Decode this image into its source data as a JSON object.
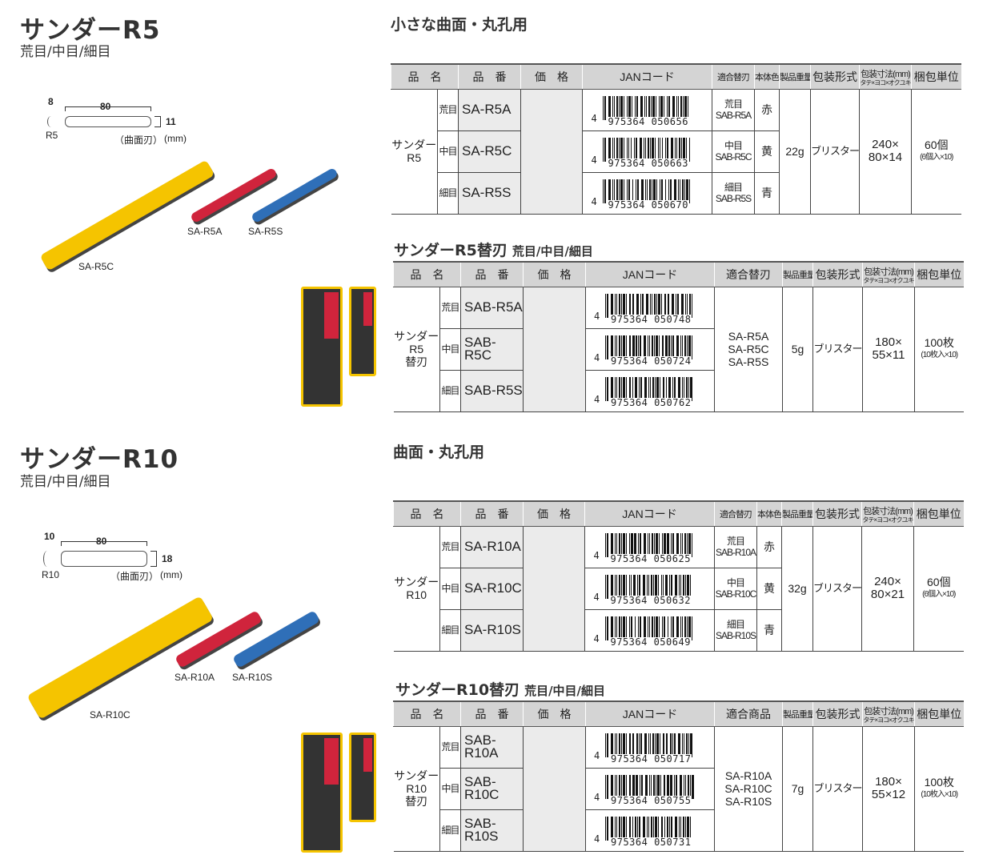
{
  "sections": [
    {
      "title": "サンダーR5",
      "subtitle": "荒目/中目/細目",
      "diagram": {
        "width_dim": "8",
        "length_dim": "80",
        "height_dim": "11",
        "radius": "R5",
        "blade_type": "（曲面刃）",
        "unit": "(mm)"
      },
      "product_labels": [
        "SA-R5C",
        "SA-R5A",
        "SA-R5S"
      ],
      "main_table": {
        "heading": "小さな曲面・丸孔用",
        "headers": [
          "品　名",
          "品　番",
          "価　格",
          "JANコード",
          "適合替刃",
          "本体色",
          "製品重量",
          "包装形式",
          "包装寸法(mm)",
          "タテ×ヨコ×オクユキ",
          "梱包単位"
        ],
        "name": "サンダー\nR5",
        "rows": [
          {
            "grade": "荒目",
            "code": "SA-R5A",
            "jan_prefix": "4",
            "jan": "975364 050656",
            "blade_grade": "荒目",
            "blade_code": "SAB-R5A",
            "color": "赤"
          },
          {
            "grade": "中目",
            "code": "SA-R5C",
            "jan_prefix": "4",
            "jan": "975364 050663",
            "blade_grade": "中目",
            "blade_code": "SAB-R5C",
            "color": "黄"
          },
          {
            "grade": "細目",
            "code": "SA-R5S",
            "jan_prefix": "4",
            "jan": "975364 050670",
            "blade_grade": "細目",
            "blade_code": "SAB-R5S",
            "color": "青"
          }
        ],
        "weight": "22g",
        "pack": "ブリスター",
        "dims": "240×\n80×14",
        "unit": "60個",
        "unit_sub": "(6個入×10)"
      },
      "blade_table": {
        "title": "サンダーR5替刃",
        "title_sub": "荒目/中目/細目",
        "headers": [
          "品　名",
          "品　番",
          "価　格",
          "JANコード",
          "適合替刃",
          "製品重量",
          "包装形式",
          "包装寸法(mm)",
          "タテ×ヨコ×オクユキ",
          "梱包単位"
        ],
        "name": "サンダー\nR5\n替刃",
        "rows": [
          {
            "grade": "荒目",
            "code": "SAB-R5A",
            "jan_prefix": "4",
            "jan": "975364 050748"
          },
          {
            "grade": "中目",
            "code": "SAB-R5C",
            "jan_prefix": "4",
            "jan": "975364 050724"
          },
          {
            "grade": "細目",
            "code": "SAB-R5S",
            "jan_prefix": "4",
            "jan": "975364 050762"
          }
        ],
        "compat": "SA-R5A\nSA-R5C\nSA-R5S",
        "weight": "5g",
        "pack": "ブリスター",
        "dims": "180×\n55×11",
        "unit": "100枚",
        "unit_sub": "(10枚入×10)"
      }
    },
    {
      "title": "サンダーR10",
      "subtitle": "荒目/中目/細目",
      "diagram": {
        "width_dim": "10",
        "length_dim": "80",
        "height_dim": "18",
        "radius": "R10",
        "blade_type": "（曲面刃）",
        "unit": "(mm)"
      },
      "product_labels": [
        "SA-R10C",
        "SA-R10A",
        "SA-R10S"
      ],
      "main_table": {
        "heading": "曲面・丸孔用",
        "headers": [
          "品　名",
          "品　番",
          "価　格",
          "JANコード",
          "適合替刃",
          "本体色",
          "製品重量",
          "包装形式",
          "包装寸法(mm)",
          "タテ×ヨコ×オクユキ",
          "梱包単位"
        ],
        "name": "サンダー\nR10",
        "rows": [
          {
            "grade": "荒目",
            "code": "SA-R10A",
            "jan_prefix": "4",
            "jan": "975364 050625",
            "blade_grade": "荒目",
            "blade_code": "SAB-R10A",
            "color": "赤"
          },
          {
            "grade": "中目",
            "code": "SA-R10C",
            "jan_prefix": "4",
            "jan": "975364 050632",
            "blade_grade": "中目",
            "blade_code": "SAB-R10C",
            "color": "黄"
          },
          {
            "grade": "細目",
            "code": "SA-R10S",
            "jan_prefix": "4",
            "jan": "975364 050649",
            "blade_grade": "細目",
            "blade_code": "SAB-R10S",
            "color": "青"
          }
        ],
        "weight": "32g",
        "pack": "ブリスター",
        "dims": "240×\n80×21",
        "unit": "60個",
        "unit_sub": "(6個入×10)"
      },
      "blade_table": {
        "title": "サンダーR10替刃",
        "title_sub": "荒目/中目/細目",
        "headers": [
          "品　名",
          "品　番",
          "価　格",
          "JANコード",
          "適合商品",
          "製品重量",
          "包装形式",
          "包装寸法(mm)",
          "タテ×ヨコ×オクユキ",
          "梱包単位"
        ],
        "name": "サンダー\nR10\n替刃",
        "rows": [
          {
            "grade": "荒目",
            "code": "SAB-R10A",
            "jan_prefix": "4",
            "jan": "975364 050717"
          },
          {
            "grade": "中目",
            "code": "SAB-R10C",
            "jan_prefix": "4",
            "jan": "975364 050755"
          },
          {
            "grade": "細目",
            "code": "SAB-R10S",
            "jan_prefix": "4",
            "jan": "975364 050731"
          }
        ],
        "compat": "SA-R10A\nSA-R10C\nSA-R10S",
        "weight": "7g",
        "pack": "ブリスター",
        "dims": "180×\n55×12",
        "unit": "100枚",
        "unit_sub": "(10枚入×10)"
      }
    }
  ],
  "colors": {
    "yellow": "#f5c400",
    "red": "#d0243c",
    "blue": "#2f6fb8",
    "header_gray": "#d4d4d4"
  }
}
